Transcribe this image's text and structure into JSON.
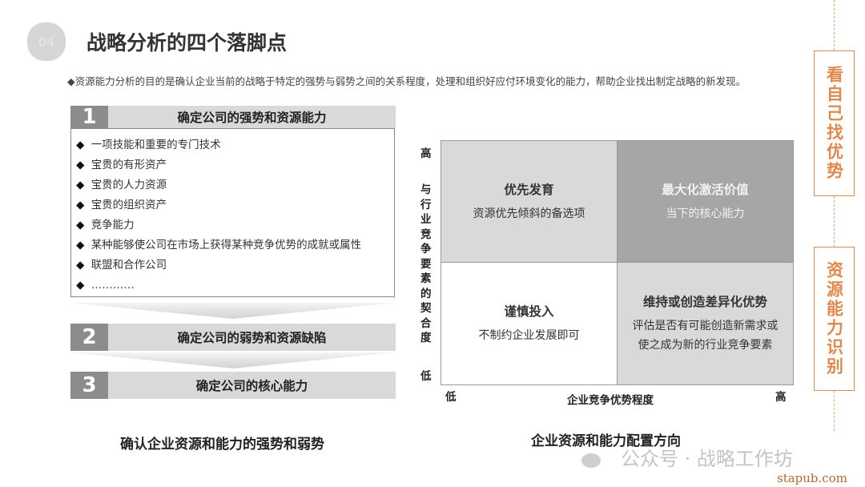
{
  "header": {
    "badge": "04",
    "title": "战略分析的四个落脚点",
    "intro": "◆资源能力分析的目的是确认企业当前的战略于特定的强势与弱势之间的关系程度，处理和组织好应付环境变化的能力，帮助企业找出制定战略的新发现。"
  },
  "steps": [
    {
      "number": "1",
      "label": "确定公司的强势和资源能力"
    },
    {
      "number": "2",
      "label": "确定公司的弱势和资源缺陷"
    },
    {
      "number": "3",
      "label": "确定公司的核心能力"
    }
  ],
  "strengths": [
    "一项技能和重要的专门技术",
    "宝贵的有形资产",
    "宝贵的人力资源",
    "宝贵的组织资产",
    "竞争能力",
    "某种能够使公司在市场上获得某种竞争优势的成就或属性",
    "联盟和合作公司",
    "…………"
  ],
  "left_caption": "确认企业资源和能力的强势和弱势",
  "matrix": {
    "y_axis": {
      "label": "与行业竞争要素的契合度",
      "high": "高",
      "low": "低"
    },
    "x_axis": {
      "label": "企业竞争优势程度",
      "low": "低",
      "high": "高"
    },
    "quadrants": {
      "top_left": {
        "title": "优先发育",
        "lines": [
          "资源优先倾斜的备选项"
        ],
        "color": "#d9d9d9"
      },
      "top_right": {
        "title": "最大化激活价值",
        "lines": [
          "当下的核心能力"
        ],
        "color": "#a6a6a6"
      },
      "bottom_left": {
        "title": "谨慎投入",
        "lines": [
          "不制约企业发展即可"
        ],
        "color": "#ffffff"
      },
      "bottom_right": {
        "title": "维持或创造差异化优势",
        "lines": [
          "评估是否有可能创造新需求或",
          "使之成为新的行业竞争要素"
        ],
        "color": "#d9d9d9"
      }
    },
    "caption": "企业资源和能力配置方向"
  },
  "side": {
    "box1": "看自己找优势",
    "box2": "资源能力识别",
    "accent": "#e0894a"
  },
  "watermark": {
    "text": "公众号 · 战略工作坊",
    "site": "stapub.com"
  }
}
